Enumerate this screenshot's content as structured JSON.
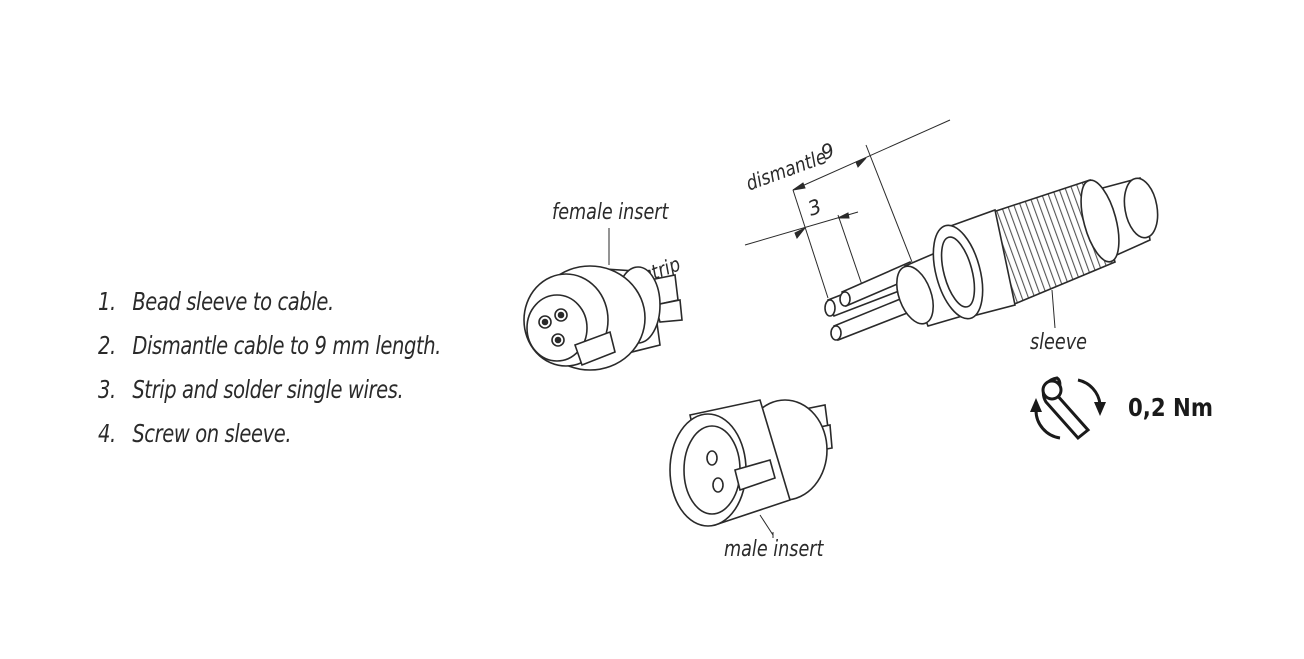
{
  "instructions": [
    {
      "num": "1.",
      "text": "Bead sleeve to cable."
    },
    {
      "num": "2.",
      "text": "Dismantle cable to 9 mm length."
    },
    {
      "num": "3.",
      "text": "Strip and solder single wires."
    },
    {
      "num": "4.",
      "text": "Screw on sleeve."
    }
  ],
  "labels": {
    "female_insert": "female insert",
    "male_insert": "male insert",
    "sleeve": "sleeve",
    "strip": "strip",
    "dismantle": "dismantle",
    "dim_strip": "3",
    "dim_dismantle": "9"
  },
  "torque": {
    "value": "0,2 Nm",
    "icon": "wrench-rotate-icon"
  },
  "colors": {
    "line": "#2a2a2a",
    "fill": "#ffffff",
    "hatch": "#555555"
  }
}
